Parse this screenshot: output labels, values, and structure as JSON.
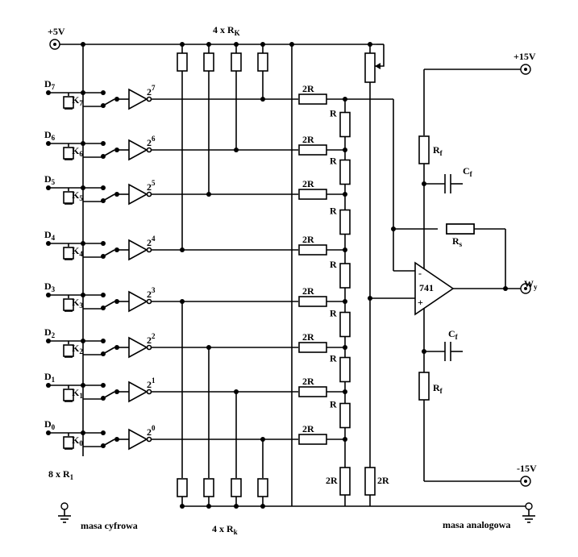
{
  "labels": {
    "vcc": "+5V",
    "rk_top": "4 x R",
    "rk_top_sub": "K",
    "rk_bottom": "4 x R",
    "rk_bottom_sub": "k",
    "r1": "8 x R",
    "r1_sub": "1",
    "gnd_digital": "masa cyfrowa",
    "gnd_analog": "masa analogowa",
    "vpos": "+15V",
    "vneg": "-15V",
    "opamp": "741",
    "opamp_minus": "-",
    "opamp_plus": "+",
    "out": "W",
    "out_sub": "y",
    "rf": "R",
    "rf_sub": "f",
    "cf": "C",
    "cf_sub": "f",
    "rs": "R",
    "rs_sub": "s",
    "r": "R",
    "two_r": "2R"
  },
  "bits": [
    {
      "d": "D",
      "d_sub": "7",
      "k": "K",
      "k_sub": "7",
      "w": "2",
      "w_sup": "7"
    },
    {
      "d": "D",
      "d_sub": "6",
      "k": "K",
      "k_sub": "6",
      "w": "2",
      "w_sup": "6"
    },
    {
      "d": "D",
      "d_sub": "5",
      "k": "K",
      "k_sub": "5",
      "w": "2",
      "w_sup": "5"
    },
    {
      "d": "D",
      "d_sub": "4",
      "k": "K",
      "k_sub": "4",
      "w": "2",
      "w_sup": "4"
    },
    {
      "d": "D",
      "d_sub": "3",
      "k": "K",
      "k_sub": "3",
      "w": "2",
      "w_sup": "3"
    },
    {
      "d": "D",
      "d_sub": "2",
      "k": "K",
      "k_sub": "2",
      "w": "2",
      "w_sup": "2"
    },
    {
      "d": "D",
      "d_sub": "1",
      "k": "K",
      "k_sub": "1",
      "w": "2",
      "w_sup": "1"
    },
    {
      "d": "D",
      "d_sub": "0",
      "k": "K",
      "k_sub": "0",
      "w": "2",
      "w_sup": "0"
    }
  ]
}
